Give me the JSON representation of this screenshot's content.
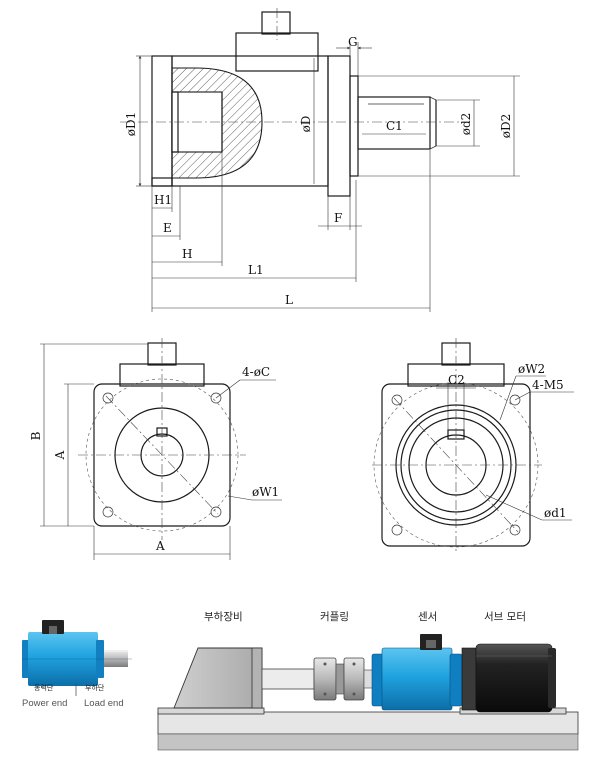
{
  "labels": {
    "G": "G",
    "D1": "øD1",
    "D": "øD",
    "C1": "C1",
    "d2": "ød2",
    "D2": "øD2",
    "H1": "H1",
    "E": "E",
    "F": "F",
    "H": "H",
    "L1": "L1",
    "L": "L",
    "B": "B",
    "A_vertical": "A",
    "A_horizontal": "A",
    "C": "4-øC",
    "W1": "øW1",
    "C2": "C2",
    "W2": "øW2",
    "M5": "4-M5",
    "d1": "ød1"
  },
  "legend": {
    "power_kr": "동력단",
    "load_kr": "부하단",
    "power_en": "Power end",
    "load_en": "Load end"
  },
  "setup": {
    "load_device": "부하장비",
    "coupling": "커플링",
    "sensor": "센서",
    "servo_motor": "서브 모터"
  },
  "colors": {
    "sensor_blue": "#1fa3e0",
    "sensor_dark": "#0e6fa6",
    "motor_black": "#1a1a1a",
    "base_gray": "#bfbfbf"
  }
}
